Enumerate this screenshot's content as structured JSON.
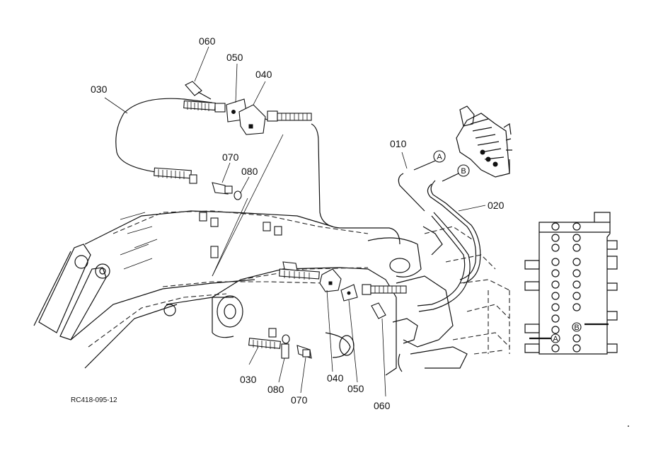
{
  "figure_code": "RC418-095-12",
  "callouts": {
    "c010": "010",
    "c020": "020",
    "c030_top": "030",
    "c030_bottom": "030",
    "c040_top": "040",
    "c040_bottom": "040",
    "c050_top": "050",
    "c050_bottom": "050",
    "c060_top": "060",
    "c060_bottom": "060",
    "c070_top": "070",
    "c070_bottom": "070",
    "c080_top": "080",
    "c080_bottom": "080"
  },
  "ports": {
    "a": "A",
    "b": "B",
    "inset_a": "A",
    "inset_b": "B"
  }
}
